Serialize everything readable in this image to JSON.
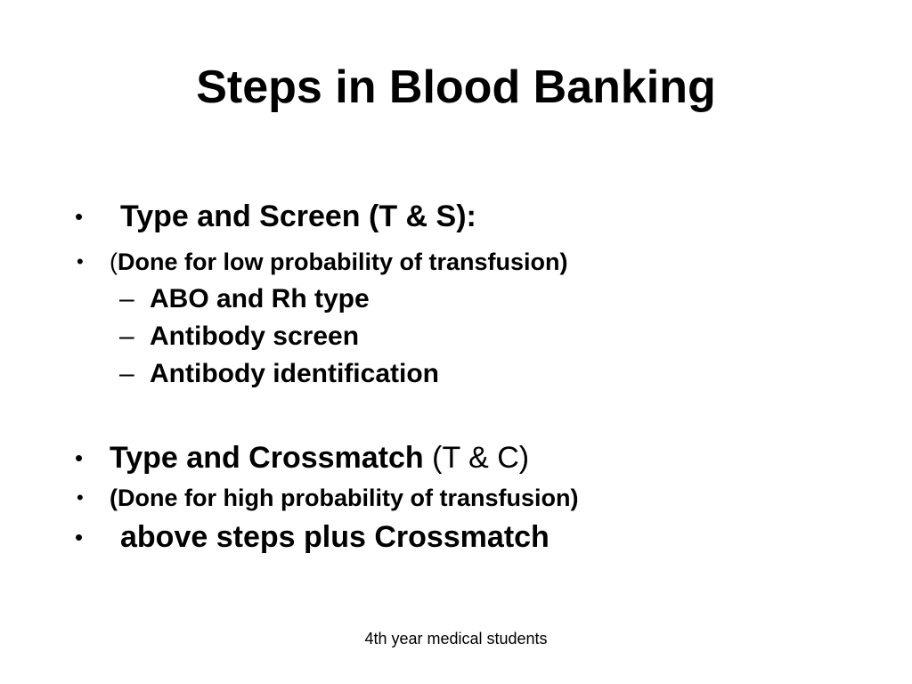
{
  "slide": {
    "title": "Steps in Blood Banking",
    "sections": [
      {
        "heading": "Type and Screen (T & S):",
        "note_paren": "(",
        "note_text": "Done for low probability of transfusion)",
        "sub_items": [
          "ABO and Rh type",
          "Antibody screen",
          "Antibody identification"
        ]
      },
      {
        "heading_bold": "Type and Crossmatch",
        "heading_normal": "(T & C)",
        "note_text": "(Done for high probability of transfusion)",
        "summary": "above steps plus Crossmatch"
      }
    ],
    "bullet_symbol": "•",
    "dash_symbol": "–",
    "footer": "4th year medical students"
  }
}
